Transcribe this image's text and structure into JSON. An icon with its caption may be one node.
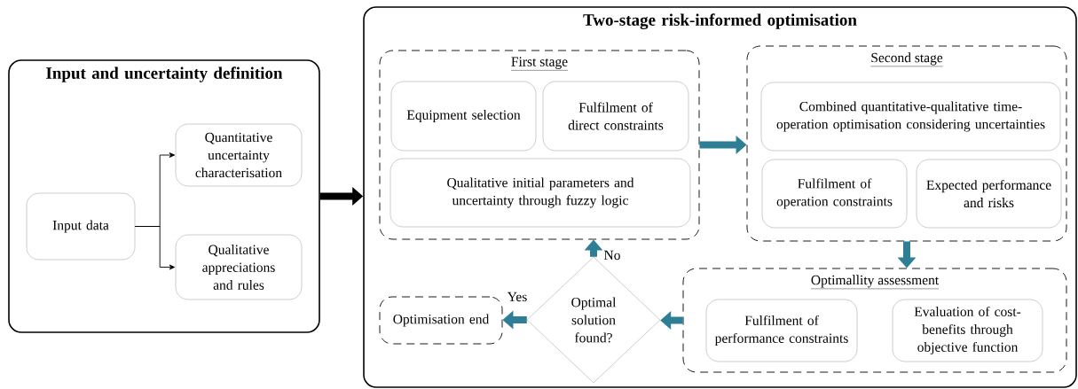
{
  "diagram": {
    "nodes": [
      {
        "text": [
          "Input and uncertainty definition"
        ]
      },
      {
        "text": [
          "Input data"
        ],
        "in": 0
      },
      {
        "text": [
          "Quantitative uncertainty characterisation"
        ],
        "in": 0
      },
      {
        "text": [
          "Qualitative appreciations and rules"
        ],
        "in": 0
      },
      {
        "text": [
          "Two-stage risk-informed optimisation"
        ]
      },
      {
        "text": [
          "First stage"
        ],
        "in": 4
      },
      {
        "text": [
          "Equipment selection"
        ],
        "in": 5
      },
      {
        "text": [
          "Fulfilment of direct constraints"
        ],
        "in": 5
      },
      {
        "text": [
          "Qualitative initial parameters and uncertainty through fuzzy logic"
        ],
        "in": 5
      },
      {
        "text": [
          "Second stage"
        ],
        "in": 4
      },
      {
        "text": [
          "Combined quantitative-qualitative time-operation optimisation considering uncertainties"
        ],
        "in": 9
      },
      {
        "text": [
          "Fulfilment of operation constraints"
        ],
        "in": 9
      },
      {
        "text": [
          "Expected performance and risks"
        ],
        "in": 9
      },
      {
        "text": [
          "Optimallity assessment"
        ],
        "in": 4
      },
      {
        "text": [
          "Fulfilment of performance constraints"
        ],
        "in": 13
      },
      {
        "text": [
          "Evaluation of cost-benefits through objective function"
        ],
        "in": 13
      },
      {
        "text": [
          "Optimal solution found?"
        ],
        "in": 4
      },
      {
        "text": [
          "Optimisation end"
        ],
        "in": 4
      }
    ],
    "edges": [
      {
        "from": 1,
        "to": 2,
        "arrow": "to",
        "color": "#000000"
      },
      {
        "from": 1,
        "to": 3,
        "arrow": "to",
        "color": "#000000"
      },
      {
        "from": 0,
        "to": 4,
        "arrow": "to",
        "color": "#000000"
      },
      {
        "from": 5,
        "to": 9,
        "arrow": "to"
      },
      {
        "from": 9,
        "to": 13,
        "arrow": "to"
      },
      {
        "from": 13,
        "to": 16,
        "arrow": "to"
      },
      {
        "from": 16,
        "to": 5,
        "arrow": "to",
        "label": "No"
      },
      {
        "from": 16,
        "to": 17,
        "arrow": "to",
        "label": "Yes"
      }
    ]
  }
}
